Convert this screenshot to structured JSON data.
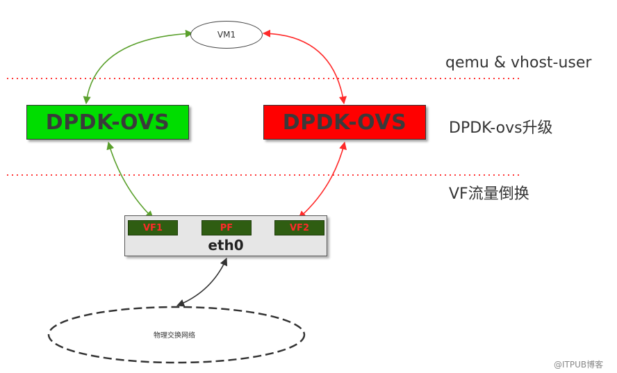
{
  "vm": {
    "label": "VM1"
  },
  "ovs_left": {
    "label": "DPDK-OVS",
    "color": "#00dd00"
  },
  "ovs_right": {
    "label": "DPDK-OVS",
    "color": "#ff0000"
  },
  "side_labels": {
    "layer1": "qemu & vhost-user",
    "layer2": "DPDK-ovs升级",
    "layer3": "VF流量倒换"
  },
  "nic": {
    "name": "eth0",
    "ports": [
      "VF1",
      "PF",
      "VF2"
    ]
  },
  "network": {
    "label": "物理交换网络"
  },
  "watermark": "@ITPUB博客",
  "colors": {
    "green_arrow": "#5aa02c",
    "red_arrow": "#ff2a2a",
    "black_arrow": "#333333",
    "divider": "#ff3333"
  }
}
